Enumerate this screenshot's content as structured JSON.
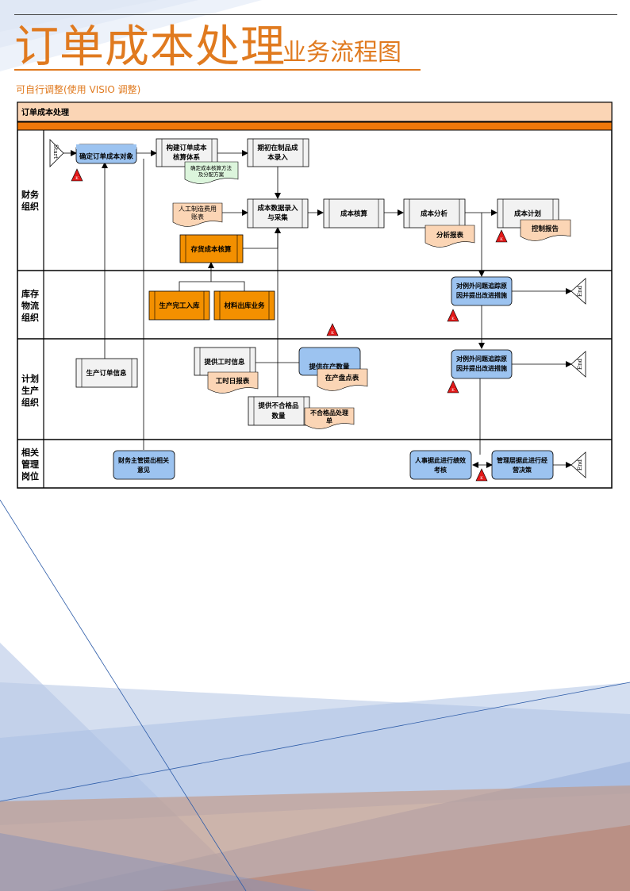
{
  "header": {
    "title_main": "订单成本处理",
    "title_suffix": "业务流程图",
    "subtitle": "可自行调整(使用 VISIO 调整)"
  },
  "pool": {
    "title": "订单成本处理"
  },
  "lanes": [
    {
      "id": "finance",
      "lines": [
        "财务",
        "组织"
      ]
    },
    {
      "id": "inventory",
      "lines": [
        "库存",
        "物流",
        "组织"
      ]
    },
    {
      "id": "planning",
      "lines": [
        "计划",
        "生产",
        "组织"
      ]
    },
    {
      "id": "related",
      "lines": [
        "相关",
        "管理",
        "岗位"
      ]
    }
  ],
  "nodes": {
    "start": "Start",
    "confirm_object": [
      "确定订单成本对象"
    ],
    "build_system": [
      "构建订单成本",
      "核算体系"
    ],
    "method_doc": [
      "确定成本核算方法",
      "及分配方案"
    ],
    "wip_entry": [
      "期初在制品成",
      "本录入"
    ],
    "manual_account": [
      "人工制造费用",
      "账表"
    ],
    "data_entry": [
      "成本数据录入",
      "与采集"
    ],
    "cost_accounting": [
      "成本核算"
    ],
    "cost_analysis": [
      "成本分析"
    ],
    "analysis_report": [
      "分析报表"
    ],
    "cost_plan": [
      "成本计划"
    ],
    "control_report": [
      "控制报告"
    ],
    "stock_costing": [
      "存货成本核算"
    ],
    "finished_goods": [
      "生产完工入库"
    ],
    "material_out": [
      "材料出库业务"
    ],
    "exception_track_1": [
      "对例外问题追踪原",
      "因并提出改进措施"
    ],
    "exception_track_2": [
      "对例外问题追踪原",
      "因并提出改进措施"
    ],
    "production_order": [
      "生产订单信息"
    ],
    "labor_hours": [
      "提供工时信息"
    ],
    "labor_daily": [
      "工时日报表"
    ],
    "wip_qty": [
      "提供在产数量"
    ],
    "wip_count": [
      "在产盘点表"
    ],
    "defect_qty": [
      "提供不合格品",
      "数量"
    ],
    "defect_doc": [
      "不合格品处理",
      "单"
    ],
    "finance_opinion": [
      "财务主管提出相关",
      "意见"
    ],
    "hr_review": [
      "人事据此进行绩效",
      "考核"
    ],
    "mgmt_decision": [
      "管理层据此进行经",
      "营决策"
    ],
    "end": "End",
    "risk": "K"
  },
  "colors": {
    "accent": "#e07a1f",
    "pool_title": "#fbd5b5",
    "pool_band": "#f0780a",
    "blue_box": "#9cc3f0",
    "orange_box": "#f39000",
    "doc": "#fbd5b5",
    "doc_green": "#dcf5dc",
    "risk": "#e11919"
  }
}
